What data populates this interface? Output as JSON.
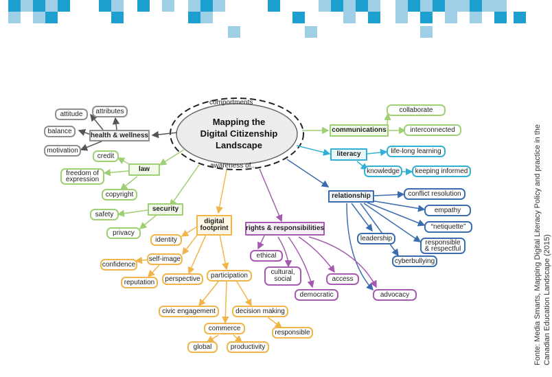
{
  "center": {
    "title": "Mapping the\nDigital Citizenship\nLandscape",
    "top_label": "comportments",
    "bottom_label": "awareness of..."
  },
  "categories": {
    "health": "health & wellness",
    "law": "law",
    "security": "security",
    "footprint": "digital\nfootprint",
    "rights": "rights & responsibilities",
    "communications": "communications",
    "literacy": "literacy",
    "relationship": "relationship"
  },
  "items": {
    "attitude": "attitude",
    "attributes": "attributes",
    "balance": "balance",
    "motivation": "motivation",
    "credit": "credit",
    "freedom": "freedom of\nexpression",
    "copyright": "copyright",
    "safety": "safety",
    "privacy": "privacy",
    "identity": "identity",
    "self_image": "self-image",
    "confidence": "confidence",
    "reputation": "reputation",
    "perspective": "perspective",
    "participation": "participation",
    "civic": "civic engagement",
    "decision": "decision making",
    "responsible": "responsible",
    "commerce": "commerce",
    "global": "global",
    "productivity": "productivity",
    "ethical": "ethical",
    "cultural": "cultural,\nsocial",
    "democratic": "democratic",
    "access": "access",
    "advocacy": "advocacy",
    "collaborate": "collaborate",
    "interconnected": "interconnected",
    "lifelong": "life-long learning",
    "knowledge": "knowledge",
    "keeping": "keeping informed",
    "conflict": "conflict resolution",
    "empathy": "empathy",
    "netiquette": "“netiquette”",
    "leadership": "leadership",
    "respectful": "responsible\n& respectful",
    "cyberbullying": "cyberbullying"
  },
  "source": "Fonte: Media Smarts, Mapping Digital Literacy Policy and practice in the Canadian Education Landscape (2015)",
  "colors": {
    "gray": "#8f8f8f",
    "green": "#9fcf74",
    "teal": "#2fb0d4",
    "blue": "#3b6cae",
    "orange": "#f0b54a",
    "purple": "#a55ab0",
    "mosaic_dark": "#1d9fd0",
    "mosaic_light": "#9fcfe6"
  }
}
